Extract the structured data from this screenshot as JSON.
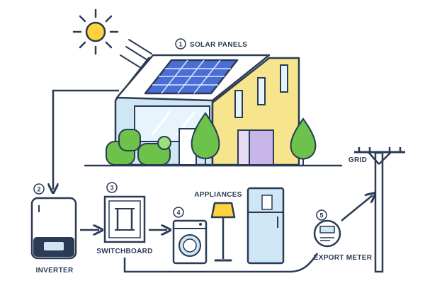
{
  "components": {
    "solar_panels": {
      "number": "1",
      "label": "SOLAR PANELS"
    },
    "inverter": {
      "number": "2",
      "label": "INVERTER"
    },
    "switchboard": {
      "number": "3",
      "label": "SWITCHBOARD"
    },
    "appliances_group": {
      "number": "4",
      "label": "APPLIANCES"
    },
    "export_meter": {
      "number": "5",
      "label": "EXPORT METER"
    },
    "grid": {
      "label": "GRID"
    }
  },
  "colors": {
    "outline": "#2b3a55",
    "house_yellow": "#f6e58d",
    "house_blue": "#cfe6f5",
    "panel": "#4a6fd4",
    "door": "#c8b6e8",
    "tree": "#6cc24a",
    "sun": "#ffd23f"
  }
}
